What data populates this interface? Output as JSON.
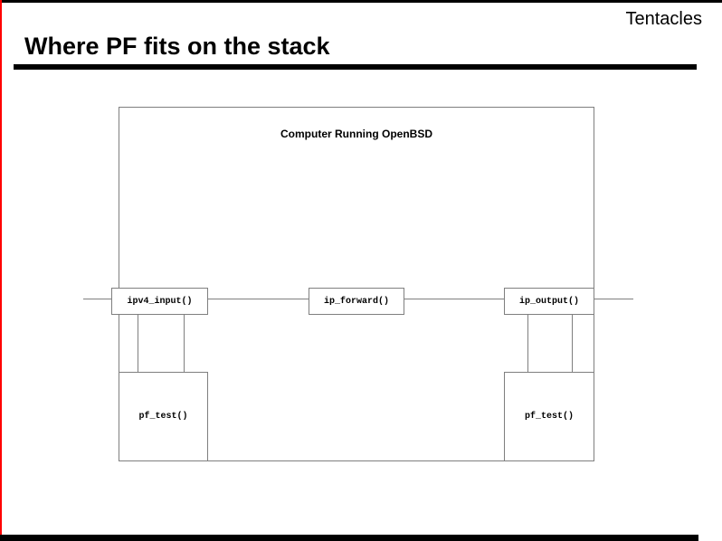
{
  "slide": {
    "corner_label": "Tentacles",
    "title": "Where PF fits on the stack"
  },
  "diagram": {
    "container_label": "Computer Running OpenBSD",
    "nodes": {
      "ipv4_input": "ipv4_input()",
      "ip_forward": "ip_forward()",
      "ip_output": "ip_output()",
      "pf_test_left": "pf_test()",
      "pf_test_right": "pf_test()"
    },
    "colors": {
      "left_border_accent": "#ff0000",
      "diagram_line": "#7f7f7f",
      "rule_bar": "#000000"
    }
  }
}
